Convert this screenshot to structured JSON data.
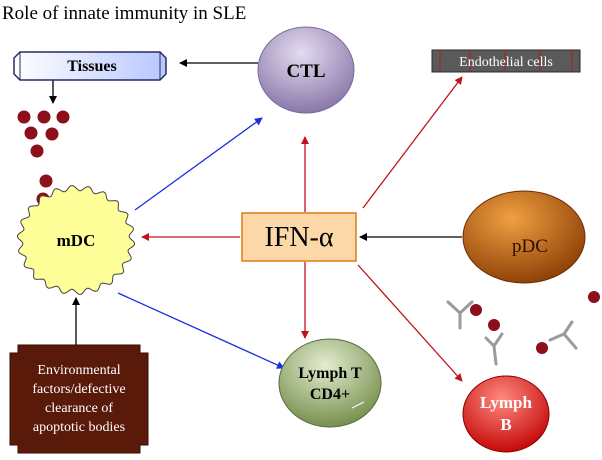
{
  "title": "Role of innate immunity in SLE",
  "nodes": {
    "ifn": {
      "label": "IFN-α"
    },
    "ctl": {
      "label": "CTL"
    },
    "tissues": {
      "label": "Tissues"
    },
    "endothelial": {
      "label": "Endothelial cells"
    },
    "mdc": {
      "label": "mDC"
    },
    "pdc": {
      "label": "pDC"
    },
    "lymph_t": {
      "line1": "Lymph T",
      "line2": "CD4+"
    },
    "lymph_b": {
      "line1": "Lymph",
      "line2": "B"
    },
    "environment": {
      "line1": "Environmental",
      "line2": "factors/defective",
      "line3": "clearance of",
      "line4": "apoptotic bodies"
    }
  },
  "colors": {
    "red_arrow": "#c0141c",
    "blue_arrow": "#1a2ee0",
    "black_arrow": "#000000",
    "ifn_box": "#fcd8a8",
    "ifn_border": "#e07a10",
    "ctl": "#b0a0c8",
    "mdc": "#ffff99",
    "pdc": "#c86010",
    "lymph_t": "#9aae72",
    "lymph_b": "#e01010",
    "environment": "#5a1a0a",
    "apoptotic_body": "#8c0f1a",
    "antibody": "#9a9aa0"
  }
}
